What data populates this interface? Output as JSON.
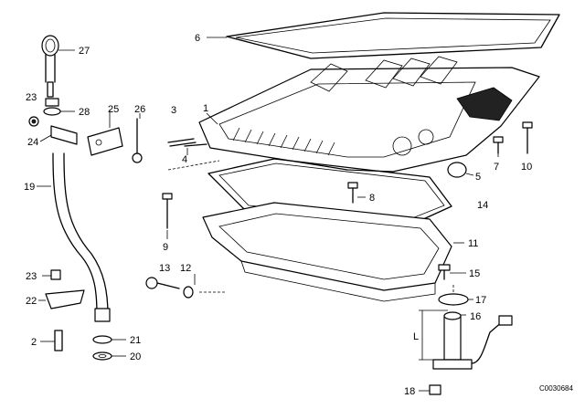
{
  "diagram": {
    "catalog_number": "C0030684",
    "part_labels": [
      {
        "id": "p1",
        "text": "1"
      },
      {
        "id": "p2",
        "text": "2"
      },
      {
        "id": "p3",
        "text": "3"
      },
      {
        "id": "p4",
        "text": "4"
      },
      {
        "id": "p5",
        "text": "5"
      },
      {
        "id": "p6",
        "text": "6"
      },
      {
        "id": "p7",
        "text": "7"
      },
      {
        "id": "p8",
        "text": "8"
      },
      {
        "id": "p9",
        "text": "9"
      },
      {
        "id": "p10",
        "text": "10"
      },
      {
        "id": "p11",
        "text": "11"
      },
      {
        "id": "p12",
        "text": "12"
      },
      {
        "id": "p13",
        "text": "13"
      },
      {
        "id": "p14",
        "text": "14"
      },
      {
        "id": "p15",
        "text": "15"
      },
      {
        "id": "p16",
        "text": "16"
      },
      {
        "id": "p17",
        "text": "17"
      },
      {
        "id": "p18",
        "text": "18"
      },
      {
        "id": "p19",
        "text": "19"
      },
      {
        "id": "p20",
        "text": "20"
      },
      {
        "id": "p21",
        "text": "21"
      },
      {
        "id": "p22",
        "text": "22"
      },
      {
        "id": "p23a",
        "text": "23"
      },
      {
        "id": "p23b",
        "text": "23"
      },
      {
        "id": "p24",
        "text": "24"
      },
      {
        "id": "p25",
        "text": "25"
      },
      {
        "id": "p26",
        "text": "26"
      },
      {
        "id": "p27",
        "text": "27"
      },
      {
        "id": "p28",
        "text": "28"
      },
      {
        "id": "pL",
        "text": "L"
      }
    ]
  }
}
